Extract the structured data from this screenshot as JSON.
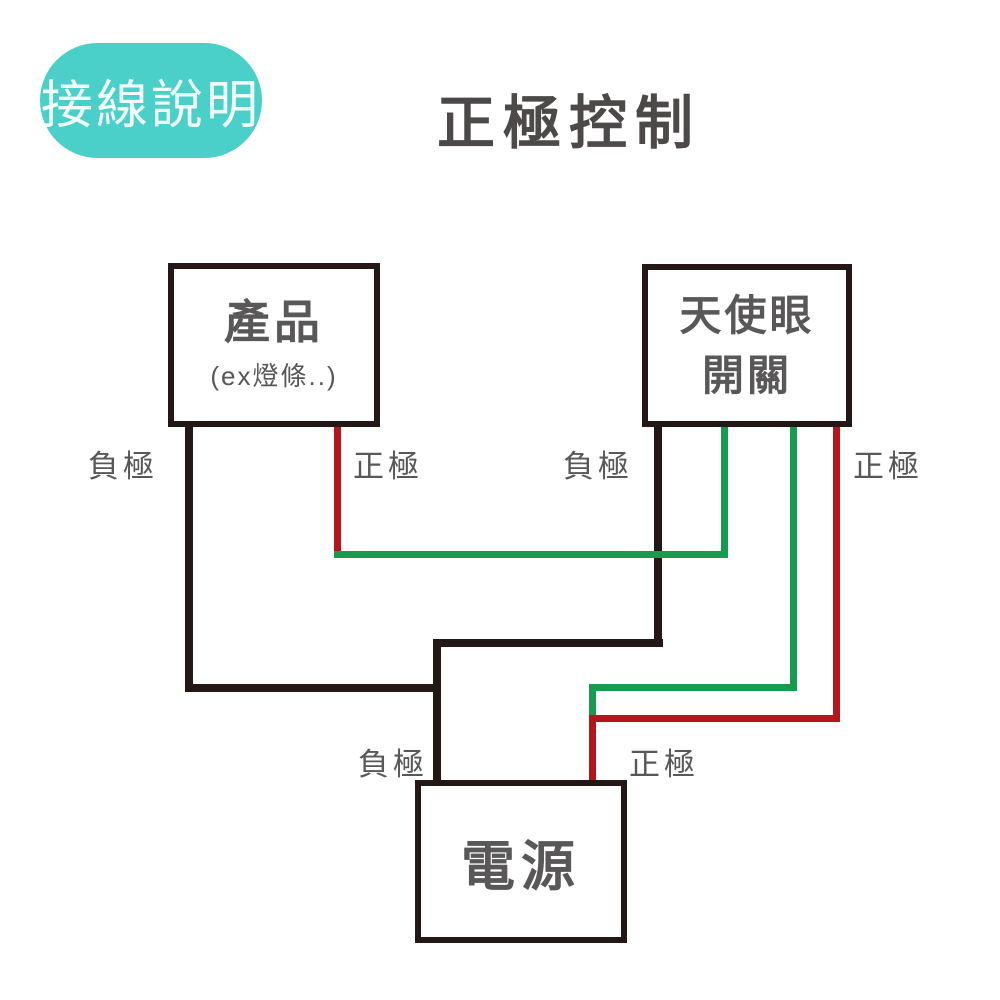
{
  "badge": {
    "label": "接線說明"
  },
  "title": "正極控制",
  "boxes": {
    "product": {
      "title": "產品",
      "subtitle": "(ex燈條..)"
    },
    "switch": {
      "line1": "天使眼",
      "line2": "開關"
    },
    "power": {
      "title": "電源"
    }
  },
  "terminals": {
    "negative": "負極",
    "positive": "正極"
  },
  "colors": {
    "badge-bg": "#4ad0c9",
    "badge-text": "#f2fefc",
    "title-text": "#4c4948",
    "label-text": "#595757",
    "wire-black": "#231815",
    "wire-red": "#b5161d",
    "wire-green": "#179b4e"
  }
}
